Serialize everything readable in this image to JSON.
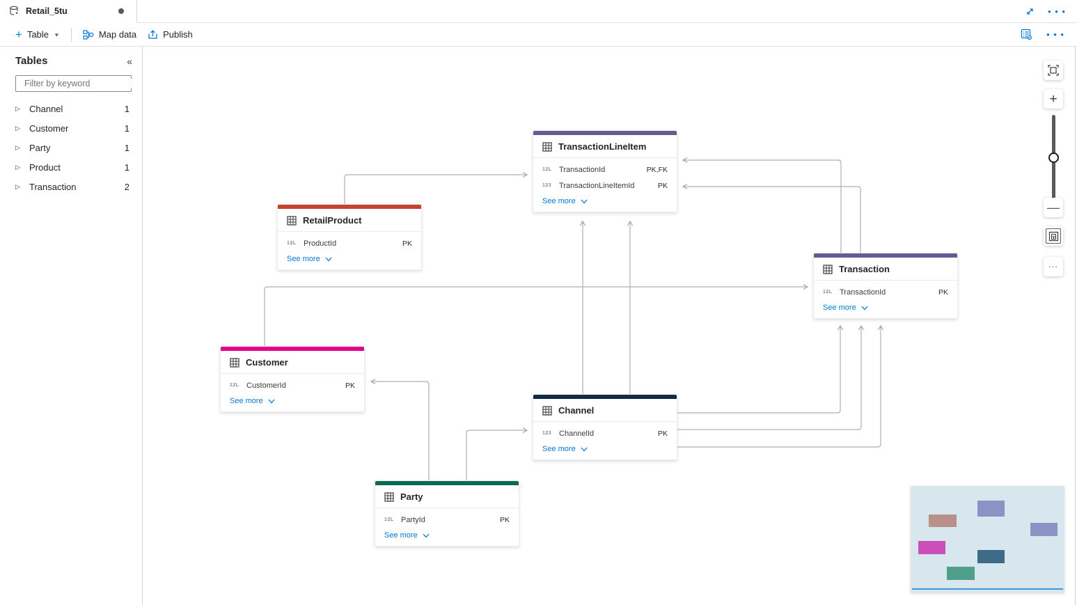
{
  "colors": {
    "accent": "#0078d4",
    "connector": "#b1afad"
  },
  "tab": {
    "title": "Retail_5tu"
  },
  "toolbar": {
    "table_label": "Table",
    "map_data_label": "Map data",
    "publish_label": "Publish"
  },
  "sidebar": {
    "title": "Tables",
    "filter_placeholder": "Filter by keyword",
    "items": [
      {
        "label": "Channel",
        "count": "1"
      },
      {
        "label": "Customer",
        "count": "1"
      },
      {
        "label": "Party",
        "count": "1"
      },
      {
        "label": "Product",
        "count": "1"
      },
      {
        "label": "Transaction",
        "count": "2"
      }
    ]
  },
  "canvas": {
    "see_more": "See more",
    "tables": [
      {
        "name": "TransactionLineItem",
        "accent": "#615d94",
        "fields": [
          {
            "type": "12L",
            "name": "TransactionId",
            "key": "PK,FK"
          },
          {
            "type": "123",
            "name": "TransactionLineItemId",
            "key": "PK"
          }
        ]
      },
      {
        "name": "RetailProduct",
        "accent": "#c7432d",
        "fields": [
          {
            "type": "12L",
            "name": "ProductId",
            "key": "PK"
          }
        ]
      },
      {
        "name": "Transaction",
        "accent": "#615d94",
        "fields": [
          {
            "type": "12L",
            "name": "TransactionId",
            "key": "PK"
          }
        ]
      },
      {
        "name": "Customer",
        "accent": "#e3008c",
        "fields": [
          {
            "type": "12L",
            "name": "CustomerId",
            "key": "PK"
          }
        ]
      },
      {
        "name": "Channel",
        "accent": "#112b47",
        "fields": [
          {
            "type": "123",
            "name": "ChannelId",
            "key": "PK"
          }
        ]
      },
      {
        "name": "Party",
        "accent": "#0b6a51",
        "fields": [
          {
            "type": "12L",
            "name": "PartyId",
            "key": "PK"
          }
        ]
      }
    ]
  },
  "minimap": {
    "viewport_line_color": "#3a96dd",
    "rects": [
      {
        "table": "TransactionLineItem",
        "color": "#8b93c4"
      },
      {
        "table": "RetailProduct",
        "color": "#b9908a"
      },
      {
        "table": "Transaction",
        "color": "#8b93c4"
      },
      {
        "table": "Customer",
        "color": "#cb4fb6"
      },
      {
        "table": "Channel",
        "color": "#3f6b88"
      },
      {
        "table": "Party",
        "color": "#4f9f8b"
      }
    ]
  }
}
